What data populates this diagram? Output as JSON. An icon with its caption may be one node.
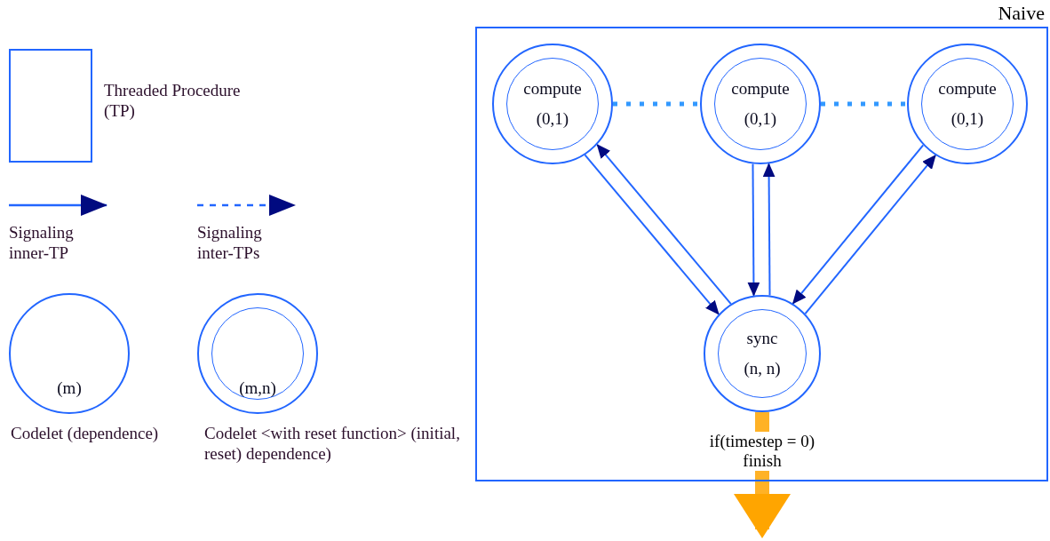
{
  "diagram": {
    "nodes": [
      {
        "text": [],
        "shape": "box",
        "beside": [
          "Threaded Procedure (TP)"
        ]
      },
      {
        "text": [
          "(m)"
        ],
        "beside": [
          "Codelet (dependence)"
        ]
      },
      {
        "text": [
          "(m,n)"
        ],
        "beside": [
          "Codelet <with reset function> (initial, reset) dependence)"
        ]
      },
      {
        "text": [
          "Naive"
        ]
      },
      {
        "text": [
          "compute",
          "(0,1)"
        ],
        "in": 3
      },
      {
        "text": [
          "compute",
          "(0,1)"
        ],
        "in": 3
      },
      {
        "text": [
          "compute",
          "(0,1)"
        ],
        "in": 3
      },
      {
        "text": [
          "sync",
          "(n, n)"
        ],
        "in": 3
      }
    ],
    "edges": [
      {
        "from": 4,
        "to": 5,
        "arrow": "none",
        "style": "dashed",
        "color": "#3399ff"
      },
      {
        "from": 5,
        "to": 6,
        "arrow": "none",
        "style": "dashed",
        "color": "#3399ff"
      },
      {
        "from": 4,
        "to": 7,
        "arrow": "to"
      },
      {
        "from": 7,
        "to": 4,
        "arrow": "to"
      },
      {
        "from": 5,
        "to": 7,
        "arrow": "to"
      },
      {
        "from": 7,
        "to": 5,
        "arrow": "to"
      },
      {
        "from": 6,
        "to": 7,
        "arrow": "to"
      },
      {
        "from": 7,
        "to": 6,
        "arrow": "to"
      },
      {
        "from": 7,
        "to": null,
        "arrow": "to",
        "label": "if(timestep = 0) finish",
        "style": "thick",
        "color": "#ffa500"
      }
    ],
    "legend": [
      {
        "text": "Signaling inner-TP"
      },
      {
        "text": "Signaling inter-TPs"
      }
    ]
  }
}
